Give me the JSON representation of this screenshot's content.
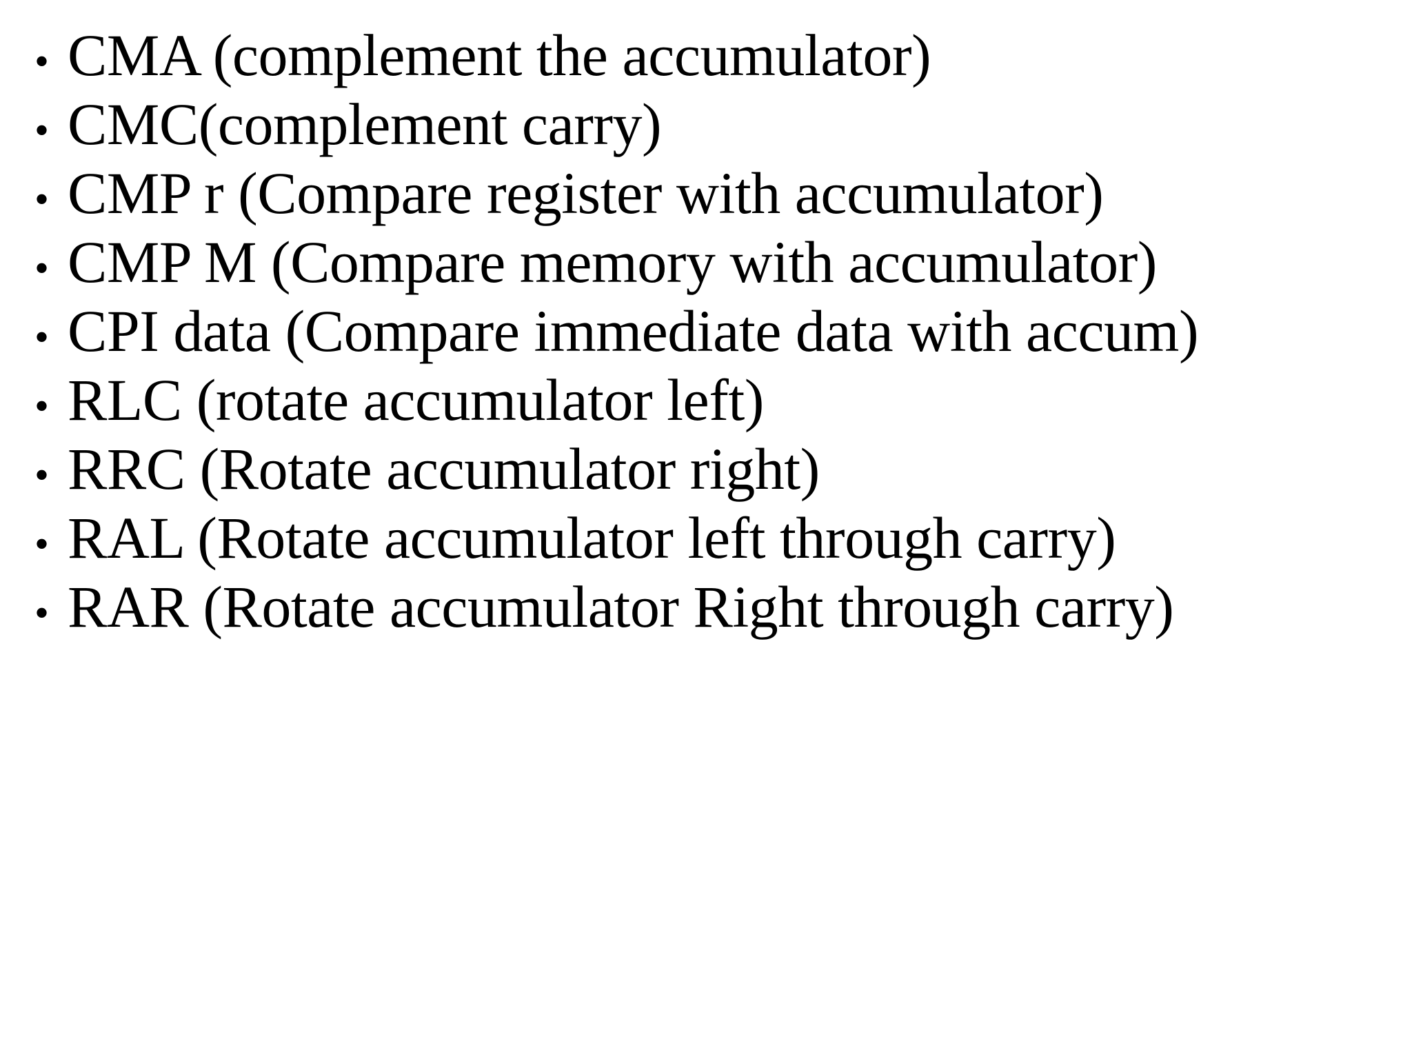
{
  "slide": {
    "background_color": "#ffffff",
    "text_color": "#000000",
    "bullet_glyph": "•",
    "items": [
      {
        "text": "CMA (complement the accumulator)"
      },
      {
        "text": "CMC(complement carry)"
      },
      {
        "text": "CMP r (Compare register with accumulator)"
      },
      {
        "text": "CMP M (Compare memory with accumulator)"
      },
      {
        "text": "CPI data (Compare immediate data with accum)"
      },
      {
        "text": "RLC (rotate accumulator left)"
      },
      {
        "text": "RRC (Rotate accumulator right)"
      },
      {
        "text": "RAL (Rotate accumulator left through carry)"
      },
      {
        "text": "RAR (Rotate accumulator Right through carry)"
      }
    ]
  }
}
